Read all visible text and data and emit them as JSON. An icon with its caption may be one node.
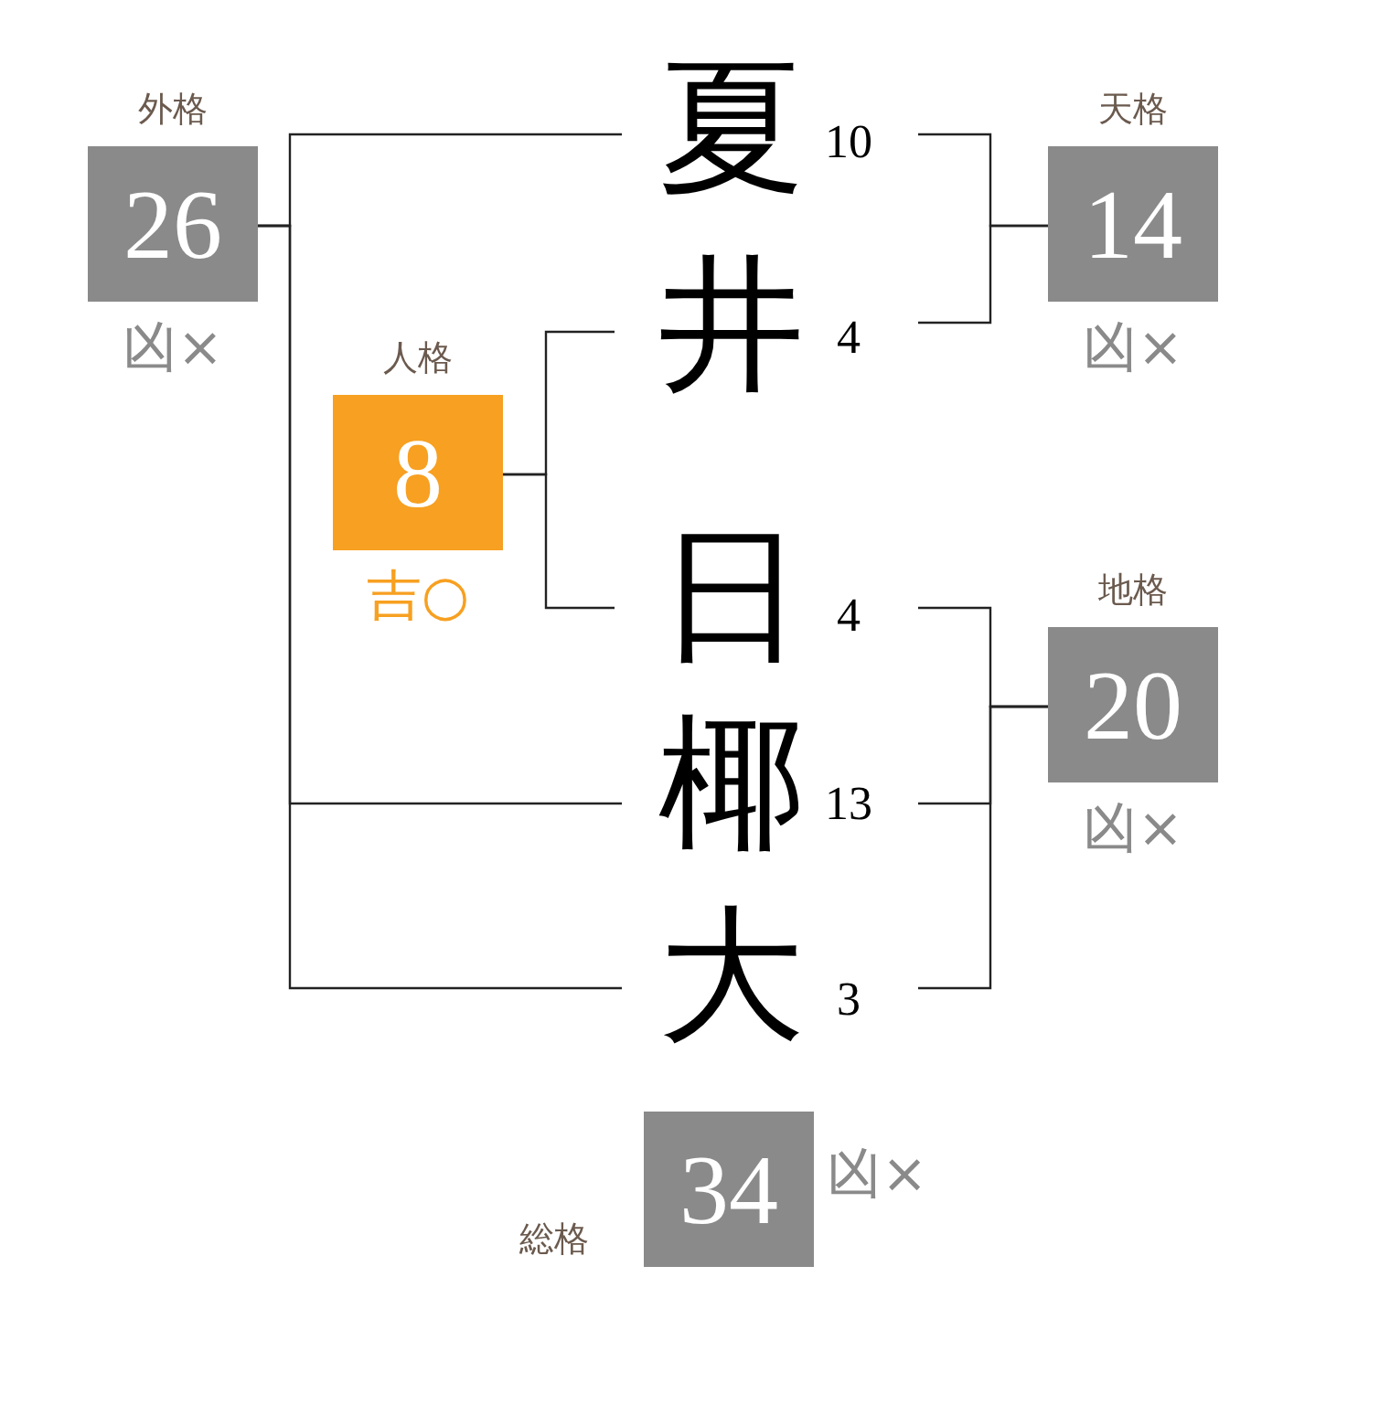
{
  "diagram": {
    "nodes": [
      {
        "text": [
          "外格",
          "26"
        ],
        "beside": [
          "凶×"
        ]
      },
      {
        "text": [
          "夏"
        ],
        "beside": [
          "10"
        ]
      },
      {
        "text": [
          "天格",
          "14"
        ],
        "beside": [
          "凶×"
        ]
      },
      {
        "text": [
          "井"
        ],
        "beside": [
          "4"
        ]
      },
      {
        "text": [
          "人格",
          "8"
        ],
        "beside": [
          "吉○"
        ]
      },
      {
        "text": [
          "日"
        ],
        "beside": [
          "4"
        ]
      },
      {
        "text": [
          "地格",
          "20"
        ],
        "beside": [
          "凶×"
        ]
      },
      {
        "text": [
          "椰"
        ],
        "beside": [
          "13"
        ]
      },
      {
        "text": [
          "大"
        ],
        "beside": [
          "3"
        ]
      },
      {
        "text": [
          "総格",
          "34"
        ],
        "beside": [
          "凶×"
        ]
      }
    ],
    "edges": [
      {
        "from": 1,
        "to": 0,
        "arrow": "none"
      },
      {
        "from": 1,
        "to": 2,
        "arrow": "none"
      },
      {
        "from": 3,
        "to": 2,
        "arrow": "none"
      },
      {
        "from": 3,
        "to": 4,
        "arrow": "none"
      },
      {
        "from": 5,
        "to": 4,
        "arrow": "none"
      },
      {
        "from": 5,
        "to": 6,
        "arrow": "none"
      },
      {
        "from": 7,
        "to": 6,
        "arrow": "none"
      },
      {
        "from": 7,
        "to": 0,
        "arrow": "none"
      },
      {
        "from": 8,
        "to": 6,
        "arrow": "none"
      },
      {
        "from": 8,
        "to": 0,
        "arrow": "none"
      }
    ]
  }
}
